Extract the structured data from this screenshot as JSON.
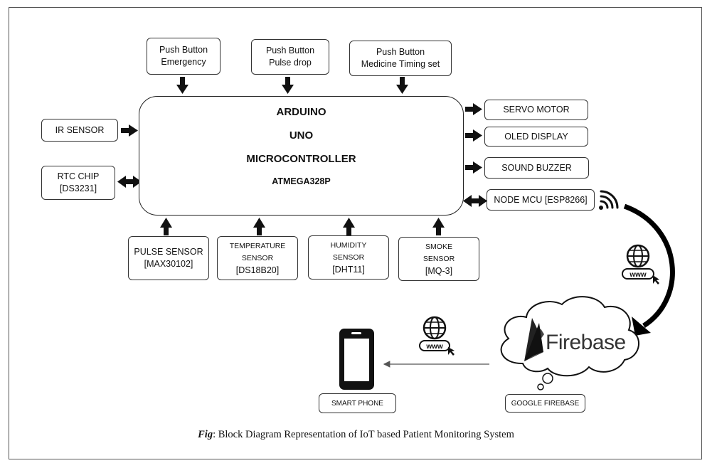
{
  "inputs_top": [
    {
      "lines": [
        "Push Button",
        "Emergency"
      ]
    },
    {
      "lines": [
        "Push Button",
        "Pulse drop"
      ]
    },
    {
      "lines": [
        "Push Button",
        "Medicine Timing set"
      ]
    }
  ],
  "inputs_left": [
    {
      "lines": [
        "IR SENSOR"
      ]
    },
    {
      "lines": [
        "RTC CHIP",
        "[DS3231]"
      ]
    }
  ],
  "microcontroller": {
    "line1": "ARDUINO",
    "line2": "UNO",
    "line3": "MICROCONTROLLER",
    "line4": "ATMEGA328P"
  },
  "outputs_right": [
    {
      "lines": [
        "SERVO MOTOR"
      ]
    },
    {
      "lines": [
        "OLED DISPLAY"
      ]
    },
    {
      "lines": [
        "SOUND BUZZER"
      ]
    },
    {
      "lines": [
        "NODE MCU [ESP8266]"
      ]
    }
  ],
  "sensors_bottom": [
    {
      "lines": [
        "PULSE SENSOR",
        "[MAX30102]"
      ]
    },
    {
      "lines": [
        "TEMPERATURE",
        "SENSOR",
        "[DS18B20]"
      ]
    },
    {
      "lines": [
        "HUMIDITY",
        "SENSOR",
        "[DHT11]"
      ]
    },
    {
      "lines": [
        "SMOKE",
        "SENSOR",
        "[MQ-3]"
      ]
    }
  ],
  "cloud": {
    "brand": "Firebase",
    "label": "GOOGLE FIREBASE",
    "www": "www"
  },
  "phone": {
    "label": "SMART PHONE"
  },
  "caption": {
    "prefix": "Fig",
    "text": ": Block Diagram Representation of IoT based Patient Monitoring System"
  }
}
